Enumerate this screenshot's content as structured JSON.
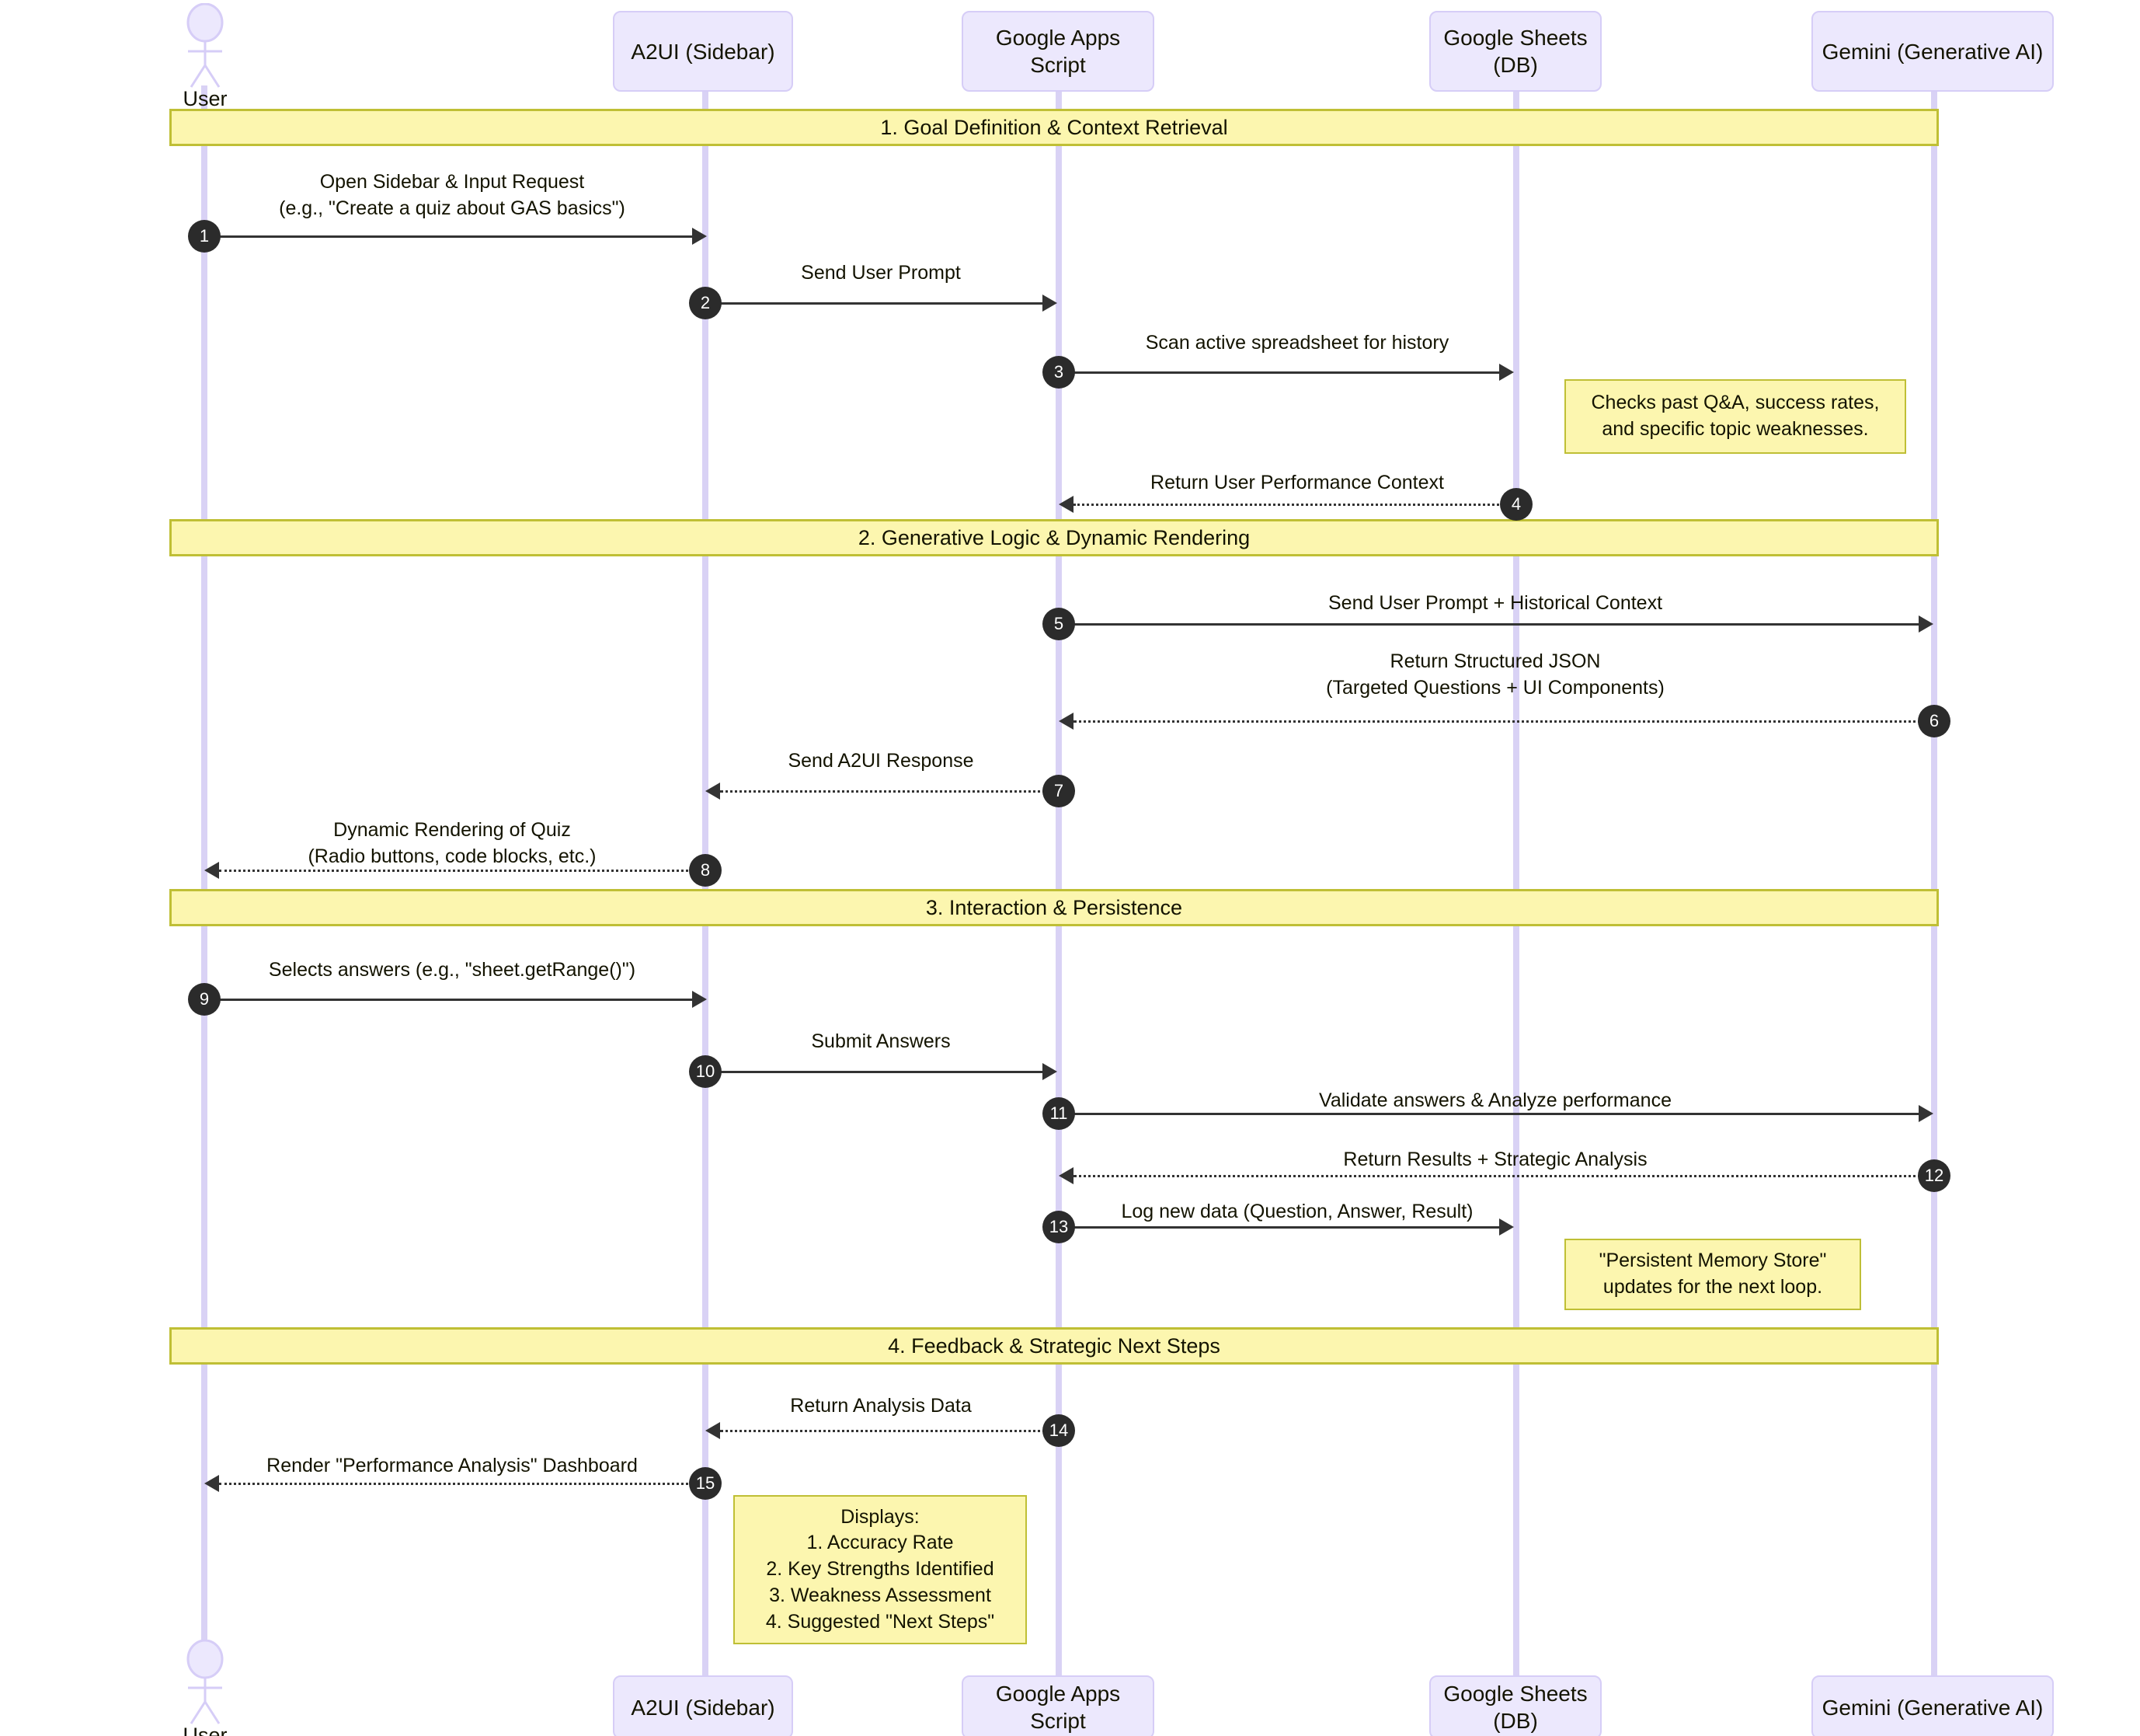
{
  "diagram": {
    "type": "sequence-diagram",
    "colors": {
      "participant_fill": "#ECE8FD",
      "participant_stroke": "#D6CDF7",
      "lifeline": "#D9D2F5",
      "section_fill": "#FCF6AF",
      "section_stroke": "#BFBF35",
      "note_fill": "#FCF6AF",
      "note_stroke": "#BFBF35",
      "arrow": "#333333",
      "seq_badge": "#2b2b2b",
      "text": "#131300"
    }
  },
  "participants": [
    {
      "id": "user",
      "label": "User",
      "kind": "actor"
    },
    {
      "id": "a2ui",
      "label": "A2UI (Sidebar)",
      "kind": "box"
    },
    {
      "id": "gas",
      "label": "Google Apps Script",
      "kind": "box"
    },
    {
      "id": "sheets",
      "label": "Google Sheets (DB)",
      "kind": "box"
    },
    {
      "id": "gemini",
      "label": "Gemini (Generative AI)",
      "kind": "box"
    }
  ],
  "sections": [
    {
      "index": 1,
      "label": "1. Goal Definition & Context Retrieval"
    },
    {
      "index": 2,
      "label": "2. Generative Logic & Dynamic Rendering"
    },
    {
      "index": 3,
      "label": "3. Interaction & Persistence"
    },
    {
      "index": 4,
      "label": "4. Feedback & Strategic Next Steps"
    }
  ],
  "messages": [
    {
      "num": "1",
      "from": "user",
      "to": "a2ui",
      "style": "solid",
      "dir": "right",
      "label": "Open Sidebar & Input Request\n(e.g., \"Create a quiz about GAS basics\")"
    },
    {
      "num": "2",
      "from": "a2ui",
      "to": "gas",
      "style": "solid",
      "dir": "right",
      "label": "Send User Prompt"
    },
    {
      "num": "3",
      "from": "gas",
      "to": "sheets",
      "style": "solid",
      "dir": "right",
      "label": "Scan active spreadsheet for history"
    },
    {
      "num": "4",
      "from": "sheets",
      "to": "gas",
      "style": "dotted",
      "dir": "left",
      "label": "Return User Performance Context"
    },
    {
      "num": "5",
      "from": "gas",
      "to": "gemini",
      "style": "solid",
      "dir": "right",
      "label": "Send User Prompt + Historical Context"
    },
    {
      "num": "6",
      "from": "gemini",
      "to": "gas",
      "style": "dotted",
      "dir": "left",
      "label": "Return Structured JSON\n(Targeted Questions + UI Components)"
    },
    {
      "num": "7",
      "from": "gas",
      "to": "a2ui",
      "style": "dotted",
      "dir": "left",
      "label": "Send A2UI Response"
    },
    {
      "num": "8",
      "from": "a2ui",
      "to": "user",
      "style": "dotted",
      "dir": "left",
      "label": "Dynamic Rendering of Quiz\n(Radio buttons, code blocks, etc.)"
    },
    {
      "num": "9",
      "from": "user",
      "to": "a2ui",
      "style": "solid",
      "dir": "right",
      "label": "Selects answers (e.g., \"sheet.getRange()\")"
    },
    {
      "num": "10",
      "from": "a2ui",
      "to": "gas",
      "style": "solid",
      "dir": "right",
      "label": "Submit Answers"
    },
    {
      "num": "11",
      "from": "gas",
      "to": "gemini",
      "style": "solid",
      "dir": "right",
      "label": "Validate answers & Analyze performance"
    },
    {
      "num": "12",
      "from": "gemini",
      "to": "gas",
      "style": "dotted",
      "dir": "left",
      "label": "Return Results + Strategic Analysis"
    },
    {
      "num": "13",
      "from": "gas",
      "to": "sheets",
      "style": "solid",
      "dir": "right",
      "label": "Log new data (Question, Answer, Result)"
    },
    {
      "num": "14",
      "from": "gas",
      "to": "a2ui",
      "style": "dotted",
      "dir": "left",
      "label": "Return Analysis Data"
    },
    {
      "num": "15",
      "from": "a2ui",
      "to": "user",
      "style": "dotted",
      "dir": "left",
      "label": "Render \"Performance Analysis\" Dashboard"
    }
  ],
  "notes": [
    {
      "id": "note-sheets-history",
      "over": "sheets",
      "text": "Checks past Q&A, success rates,\nand specific topic weaknesses."
    },
    {
      "id": "note-memory-store",
      "over": "sheets",
      "text": "\"Persistent Memory Store\"\nupdates for the next loop."
    },
    {
      "id": "note-displays",
      "over": "a2ui",
      "text": "Displays:\n1. Accuracy Rate\n2. Key Strengths Identified\n3. Weakness Assessment\n4. Suggested \"Next Steps\""
    }
  ]
}
